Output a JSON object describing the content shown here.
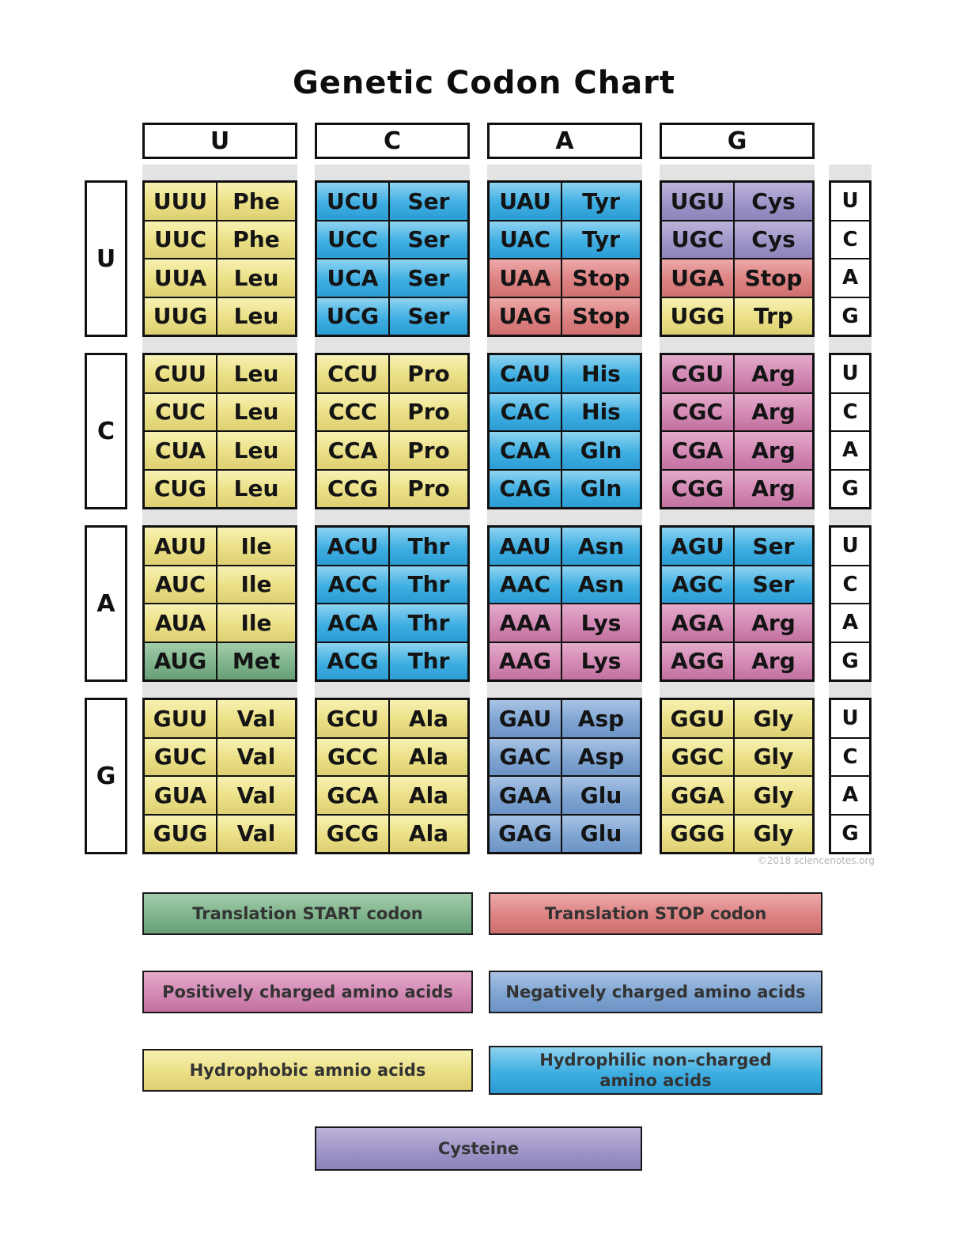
{
  "chart_data": {
    "type": "table",
    "title": "Genetic Codon Chart",
    "watermark": "©2018 sciencenotes.org",
    "second_letters": [
      "U",
      "C",
      "A",
      "G"
    ],
    "third_letters": [
      "U",
      "C",
      "A",
      "G"
    ],
    "category_colors": {
      "hydrophobic": "#ebdf85",
      "hydrophilic": "#3fafe2",
      "positive": "#d58cb7",
      "negative": "#7fa5d2",
      "start": "#7fb48c",
      "stop": "#dd8282",
      "cysteine": "#a095c8"
    },
    "blocks": [
      {
        "first_letter": "U",
        "columns": [
          {
            "second_letter": "U",
            "rows": [
              {
                "codon": "UUU",
                "amino_acid": "Phe",
                "category": "hydrophobic"
              },
              {
                "codon": "UUC",
                "amino_acid": "Phe",
                "category": "hydrophobic"
              },
              {
                "codon": "UUA",
                "amino_acid": "Leu",
                "category": "hydrophobic"
              },
              {
                "codon": "UUG",
                "amino_acid": "Leu",
                "category": "hydrophobic"
              }
            ]
          },
          {
            "second_letter": "C",
            "rows": [
              {
                "codon": "UCU",
                "amino_acid": "Ser",
                "category": "hydrophilic"
              },
              {
                "codon": "UCC",
                "amino_acid": "Ser",
                "category": "hydrophilic"
              },
              {
                "codon": "UCA",
                "amino_acid": "Ser",
                "category": "hydrophilic"
              },
              {
                "codon": "UCG",
                "amino_acid": "Ser",
                "category": "hydrophilic"
              }
            ]
          },
          {
            "second_letter": "A",
            "rows": [
              {
                "codon": "UAU",
                "amino_acid": "Tyr",
                "category": "hydrophilic"
              },
              {
                "codon": "UAC",
                "amino_acid": "Tyr",
                "category": "hydrophilic"
              },
              {
                "codon": "UAA",
                "amino_acid": "Stop",
                "category": "stop"
              },
              {
                "codon": "UAG",
                "amino_acid": "Stop",
                "category": "stop"
              }
            ]
          },
          {
            "second_letter": "G",
            "rows": [
              {
                "codon": "UGU",
                "amino_acid": "Cys",
                "category": "cysteine"
              },
              {
                "codon": "UGC",
                "amino_acid": "Cys",
                "category": "cysteine"
              },
              {
                "codon": "UGA",
                "amino_acid": "Stop",
                "category": "stop"
              },
              {
                "codon": "UGG",
                "amino_acid": "Trp",
                "category": "hydrophobic"
              }
            ]
          }
        ]
      },
      {
        "first_letter": "C",
        "columns": [
          {
            "second_letter": "U",
            "rows": [
              {
                "codon": "CUU",
                "amino_acid": "Leu",
                "category": "hydrophobic"
              },
              {
                "codon": "CUC",
                "amino_acid": "Leu",
                "category": "hydrophobic"
              },
              {
                "codon": "CUA",
                "amino_acid": "Leu",
                "category": "hydrophobic"
              },
              {
                "codon": "CUG",
                "amino_acid": "Leu",
                "category": "hydrophobic"
              }
            ]
          },
          {
            "second_letter": "C",
            "rows": [
              {
                "codon": "CCU",
                "amino_acid": "Pro",
                "category": "hydrophobic"
              },
              {
                "codon": "CCC",
                "amino_acid": "Pro",
                "category": "hydrophobic"
              },
              {
                "codon": "CCA",
                "amino_acid": "Pro",
                "category": "hydrophobic"
              },
              {
                "codon": "CCG",
                "amino_acid": "Pro",
                "category": "hydrophobic"
              }
            ]
          },
          {
            "second_letter": "A",
            "rows": [
              {
                "codon": "CAU",
                "amino_acid": "His",
                "category": "hydrophilic"
              },
              {
                "codon": "CAC",
                "amino_acid": "His",
                "category": "hydrophilic"
              },
              {
                "codon": "CAA",
                "amino_acid": "Gln",
                "category": "hydrophilic"
              },
              {
                "codon": "CAG",
                "amino_acid": "Gln",
                "category": "hydrophilic"
              }
            ]
          },
          {
            "second_letter": "G",
            "rows": [
              {
                "codon": "CGU",
                "amino_acid": "Arg",
                "category": "positive"
              },
              {
                "codon": "CGC",
                "amino_acid": "Arg",
                "category": "positive"
              },
              {
                "codon": "CGA",
                "amino_acid": "Arg",
                "category": "positive"
              },
              {
                "codon": "CGG",
                "amino_acid": "Arg",
                "category": "positive"
              }
            ]
          }
        ]
      },
      {
        "first_letter": "A",
        "columns": [
          {
            "second_letter": "U",
            "rows": [
              {
                "codon": "AUU",
                "amino_acid": "Ile",
                "category": "hydrophobic"
              },
              {
                "codon": "AUC",
                "amino_acid": "Ile",
                "category": "hydrophobic"
              },
              {
                "codon": "AUA",
                "amino_acid": "Ile",
                "category": "hydrophobic"
              },
              {
                "codon": "AUG",
                "amino_acid": "Met",
                "category": "start"
              }
            ]
          },
          {
            "second_letter": "C",
            "rows": [
              {
                "codon": "ACU",
                "amino_acid": "Thr",
                "category": "hydrophilic"
              },
              {
                "codon": "ACC",
                "amino_acid": "Thr",
                "category": "hydrophilic"
              },
              {
                "codon": "ACA",
                "amino_acid": "Thr",
                "category": "hydrophilic"
              },
              {
                "codon": "ACG",
                "amino_acid": "Thr",
                "category": "hydrophilic"
              }
            ]
          },
          {
            "second_letter": "A",
            "rows": [
              {
                "codon": "AAU",
                "amino_acid": "Asn",
                "category": "hydrophilic"
              },
              {
                "codon": "AAC",
                "amino_acid": "Asn",
                "category": "hydrophilic"
              },
              {
                "codon": "AAA",
                "amino_acid": "Lys",
                "category": "positive"
              },
              {
                "codon": "AAG",
                "amino_acid": "Lys",
                "category": "positive"
              }
            ]
          },
          {
            "second_letter": "G",
            "rows": [
              {
                "codon": "AGU",
                "amino_acid": "Ser",
                "category": "hydrophilic"
              },
              {
                "codon": "AGC",
                "amino_acid": "Ser",
                "category": "hydrophilic"
              },
              {
                "codon": "AGA",
                "amino_acid": "Arg",
                "category": "positive"
              },
              {
                "codon": "AGG",
                "amino_acid": "Arg",
                "category": "positive"
              }
            ]
          }
        ]
      },
      {
        "first_letter": "G",
        "columns": [
          {
            "second_letter": "U",
            "rows": [
              {
                "codon": "GUU",
                "amino_acid": "Val",
                "category": "hydrophobic"
              },
              {
                "codon": "GUC",
                "amino_acid": "Val",
                "category": "hydrophobic"
              },
              {
                "codon": "GUA",
                "amino_acid": "Val",
                "category": "hydrophobic"
              },
              {
                "codon": "GUG",
                "amino_acid": "Val",
                "category": "hydrophobic"
              }
            ]
          },
          {
            "second_letter": "C",
            "rows": [
              {
                "codon": "GCU",
                "amino_acid": "Ala",
                "category": "hydrophobic"
              },
              {
                "codon": "GCC",
                "amino_acid": "Ala",
                "category": "hydrophobic"
              },
              {
                "codon": "GCA",
                "amino_acid": "Ala",
                "category": "hydrophobic"
              },
              {
                "codon": "GCG",
                "amino_acid": "Ala",
                "category": "hydrophobic"
              }
            ]
          },
          {
            "second_letter": "A",
            "rows": [
              {
                "codon": "GAU",
                "amino_acid": "Asp",
                "category": "negative"
              },
              {
                "codon": "GAC",
                "amino_acid": "Asp",
                "category": "negative"
              },
              {
                "codon": "GAA",
                "amino_acid": "Glu",
                "category": "negative"
              },
              {
                "codon": "GAG",
                "amino_acid": "Glu",
                "category": "negative"
              }
            ]
          },
          {
            "second_letter": "G",
            "rows": [
              {
                "codon": "GGU",
                "amino_acid": "Gly",
                "category": "hydrophobic"
              },
              {
                "codon": "GGC",
                "amino_acid": "Gly",
                "category": "hydrophobic"
              },
              {
                "codon": "GGA",
                "amino_acid": "Gly",
                "category": "hydrophobic"
              },
              {
                "codon": "GGG",
                "amino_acid": "Gly",
                "category": "hydrophobic"
              }
            ]
          }
        ]
      }
    ],
    "legend": [
      {
        "label": "Translation START codon",
        "category": "start"
      },
      {
        "label": "Translation STOP codon",
        "category": "stop"
      },
      {
        "label": "Positively charged amino acids",
        "category": "positive"
      },
      {
        "label": "Negatively charged amino acids",
        "category": "negative"
      },
      {
        "label": "Hydrophobic amnio acids",
        "category": "hydrophobic"
      },
      {
        "label": "Hydrophilic non–charged\namino acids",
        "category": "hydrophilic"
      },
      {
        "label": "Cysteine",
        "category": "cysteine"
      }
    ]
  }
}
